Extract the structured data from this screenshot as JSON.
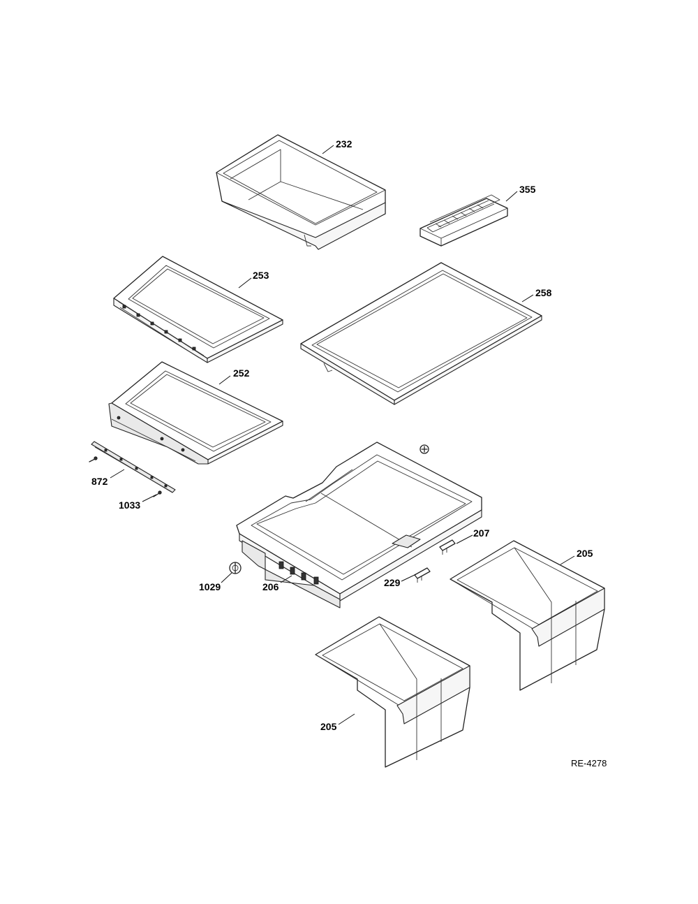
{
  "diagram": {
    "reference_code": "RE-4278",
    "callouts": [
      {
        "id": "c232",
        "label": "232"
      },
      {
        "id": "c355",
        "label": "355"
      },
      {
        "id": "c253",
        "label": "253"
      },
      {
        "id": "c258",
        "label": "258"
      },
      {
        "id": "c252",
        "label": "252"
      },
      {
        "id": "c872",
        "label": "872"
      },
      {
        "id": "c1033",
        "label": "1033"
      },
      {
        "id": "c207",
        "label": "207"
      },
      {
        "id": "c205a",
        "label": "205"
      },
      {
        "id": "c229",
        "label": "229"
      },
      {
        "id": "c1029",
        "label": "1029"
      },
      {
        "id": "c206",
        "label": "206"
      },
      {
        "id": "c205b",
        "label": "205"
      }
    ]
  }
}
